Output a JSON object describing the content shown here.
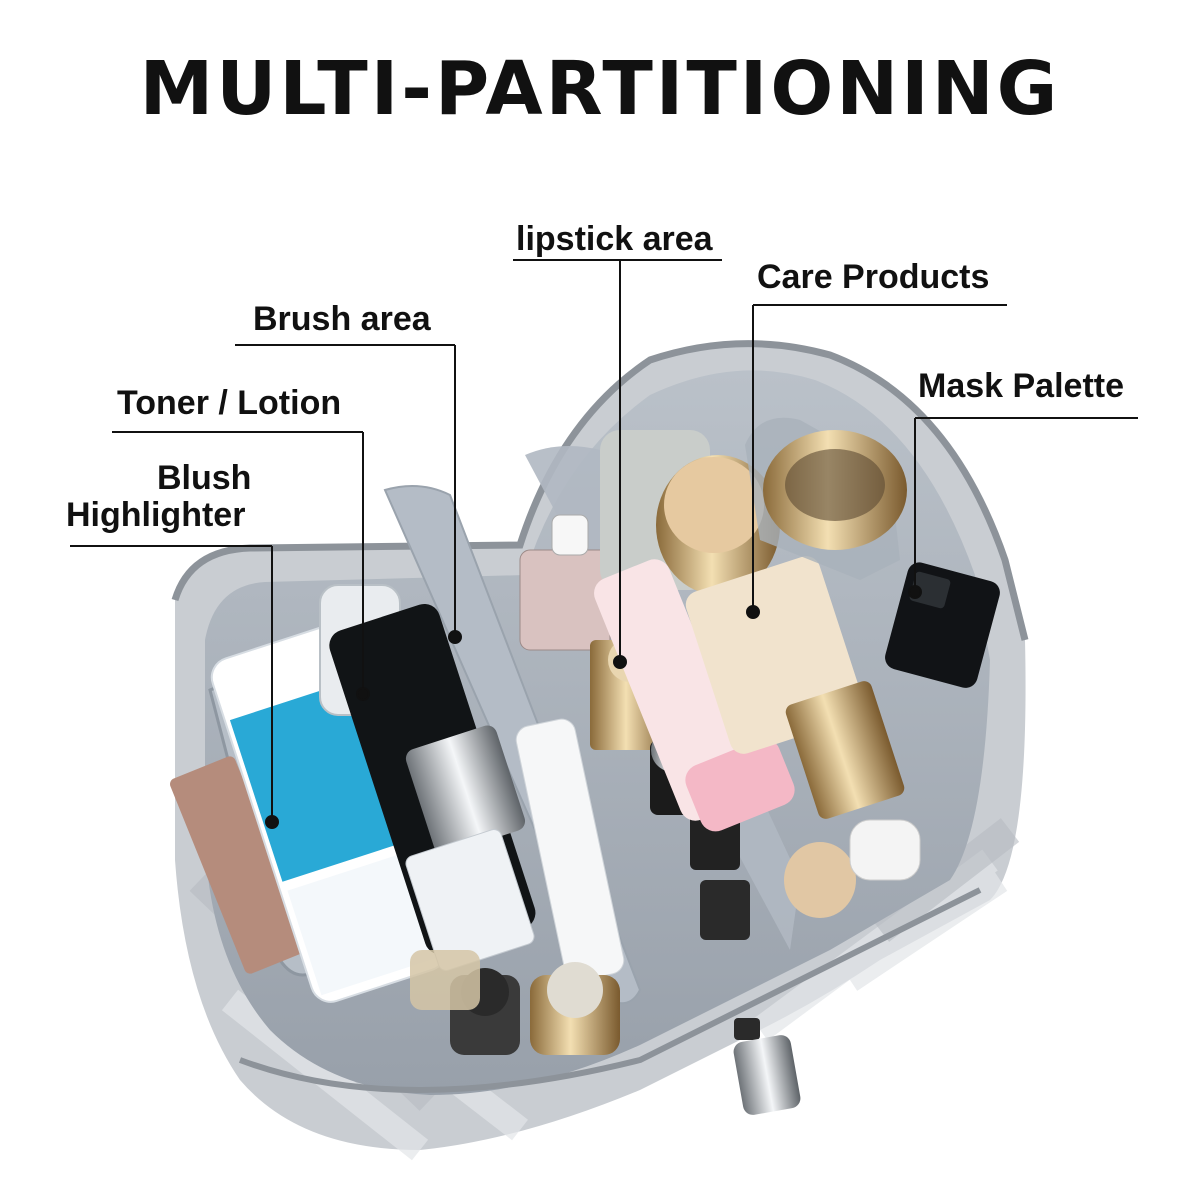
{
  "title": "MULTI-PARTITIONING",
  "labels": {
    "lipstick": "lipstick area",
    "care": "Care Products",
    "brush": "Brush area",
    "mask": "Mask Palette",
    "toner": "Toner / Lotion",
    "blush_line1": "Blush",
    "blush_line2": "Highlighter"
  },
  "colors": {
    "bag_shell": "#c9cdd2",
    "lining": "#a9b0b9",
    "zipper": "#8d939a",
    "leader_line": "#111111"
  }
}
